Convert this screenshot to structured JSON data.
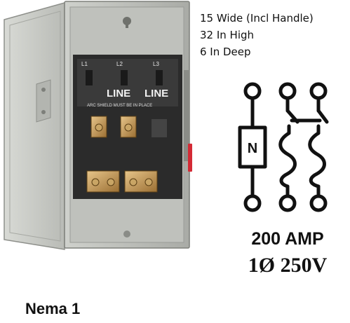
{
  "specs": {
    "width": "15 Wide (Incl Handle)",
    "height": "32 In High",
    "depth": "6 In Deep"
  },
  "photo": {
    "line_label_left": "LINE",
    "line_label_right": "LINE",
    "arc_shield_text": "ARC SHIELD MUST BE IN PLACE",
    "terminal_l1": "L1",
    "terminal_l2": "L2",
    "terminal_l3": "L3",
    "handle_color": "#d42a35",
    "enclosure_color": "#c9cbc6"
  },
  "symbol": {
    "neutral_label": "N"
  },
  "rating": {
    "amperage": "200 AMP",
    "voltage": "1Ø 250V"
  },
  "enclosure_type": "Nema 1"
}
